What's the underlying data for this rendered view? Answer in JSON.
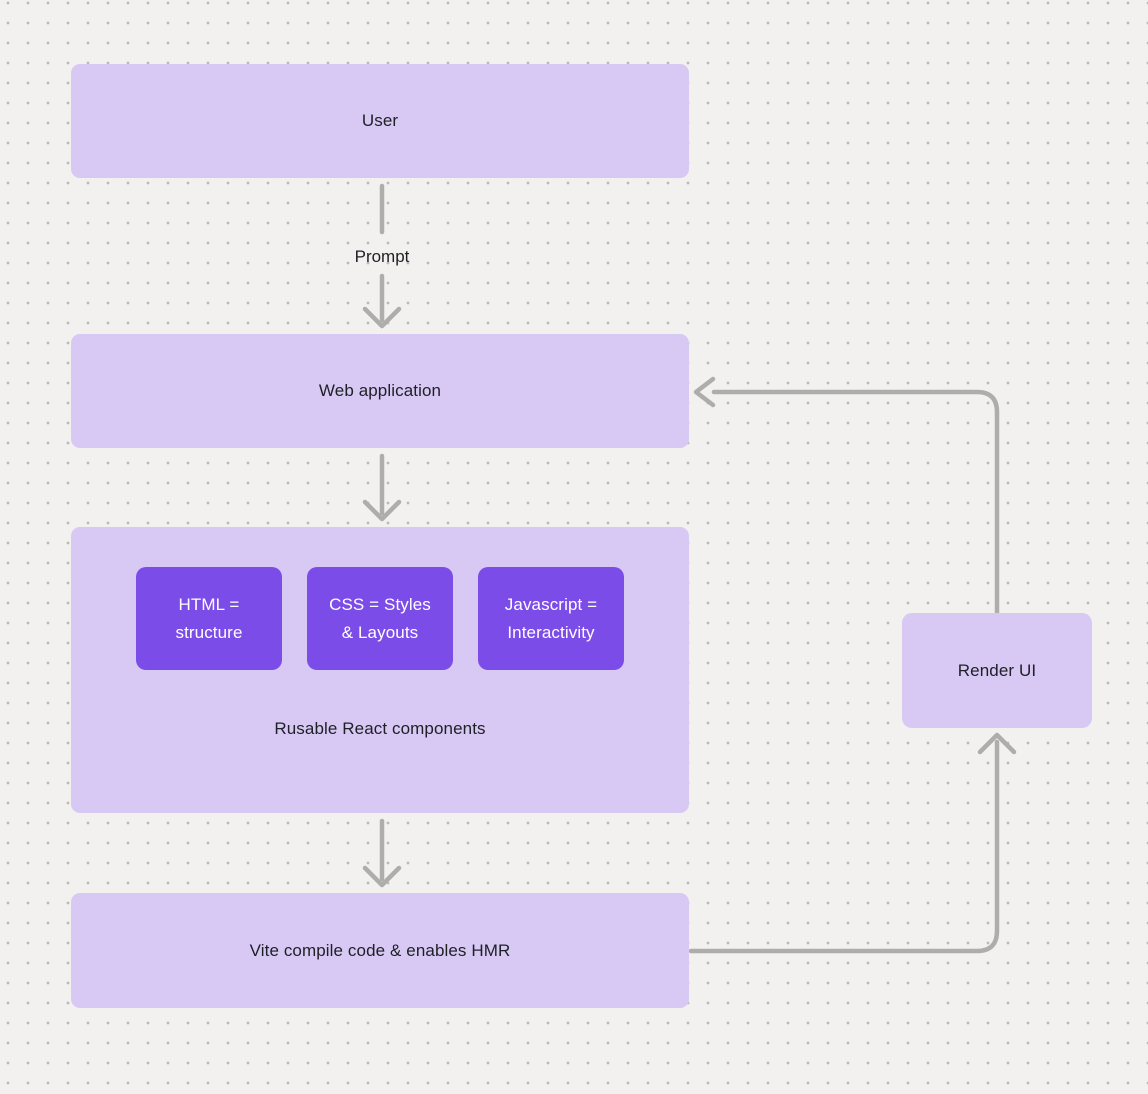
{
  "diagram": {
    "nodes": {
      "user": {
        "label": "User"
      },
      "web_application": {
        "label": "Web application"
      },
      "components": {
        "caption": "Rusable React components",
        "items": [
          {
            "label": "HTML = structure"
          },
          {
            "label": "CSS = Styles & Layouts"
          },
          {
            "label": "Javascript = Interactivity"
          }
        ]
      },
      "vite": {
        "label": "Vite compile code & enables HMR"
      },
      "render_ui": {
        "label": "Render UI"
      }
    },
    "edge_labels": {
      "prompt": "Prompt"
    },
    "colors": {
      "background": "#f2f1ef",
      "dot": "#bcbab8",
      "node_fill": "#d7c9f4",
      "node_text": "#1f1f26",
      "accent_fill": "#7c4ce8",
      "accent_text": "#ffffff",
      "connector": "#aeadac"
    }
  }
}
